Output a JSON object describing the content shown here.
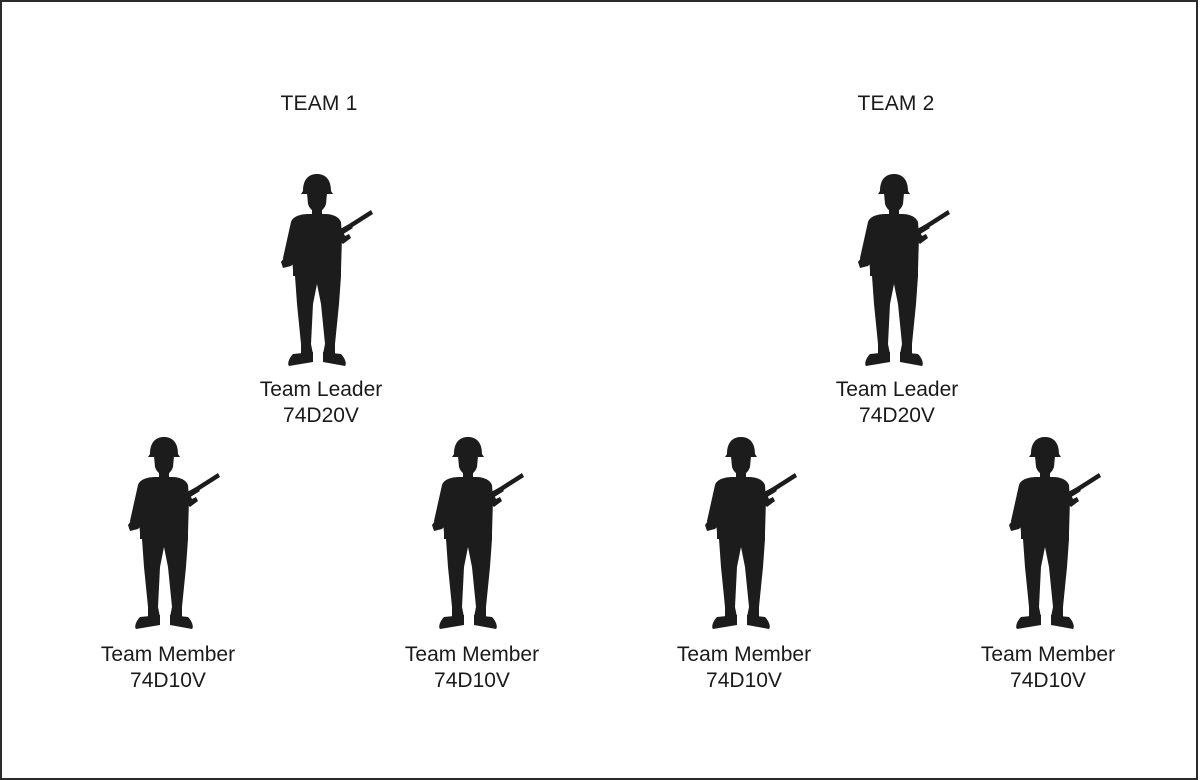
{
  "teams": [
    {
      "title": "TEAM 1",
      "leader": {
        "role": "Team Leader",
        "code": "74D20V"
      },
      "members": [
        {
          "role": "Team Member",
          "code": "74D10V"
        },
        {
          "role": "Team Member",
          "code": "74D10V"
        }
      ]
    },
    {
      "title": "TEAM 2",
      "leader": {
        "role": "Team Leader",
        "code": "74D20V"
      },
      "members": [
        {
          "role": "Team Member",
          "code": "74D10V"
        },
        {
          "role": "Team Member",
          "code": "74D10V"
        }
      ]
    }
  ],
  "icons": {
    "figure": "soldier-silhouette-icon",
    "color": "#1c1c1c"
  }
}
